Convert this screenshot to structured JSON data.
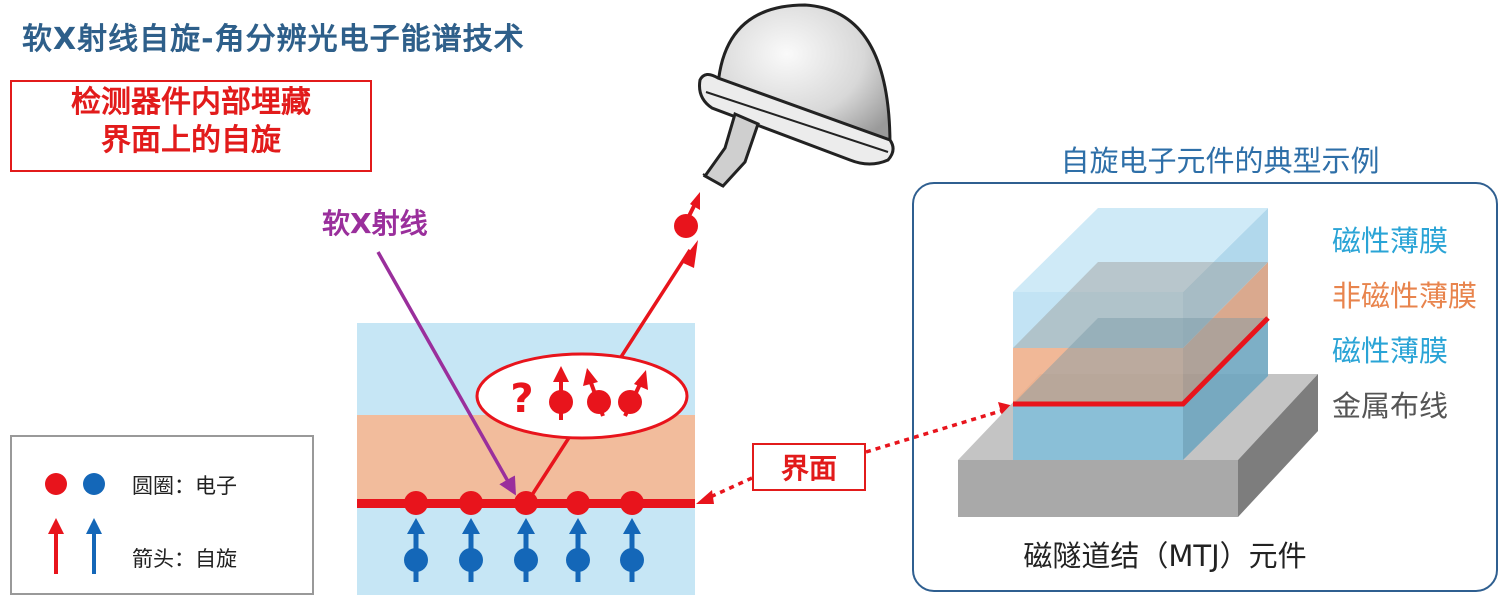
{
  "title": "软X射线自旋-角分辨光电子能谱技术",
  "callout": {
    "line1": "检测器件内部埋藏",
    "line2": "界面上的自旋"
  },
  "xray_label": "软X射线",
  "unknown_spin_symbol": "?",
  "interface_label": "界面",
  "legend": {
    "circle_label": "圆圈：电子",
    "arrow_label": "箭头：自旋"
  },
  "right_panel": {
    "title": "自旋电子元件的典型示例",
    "layers": [
      {
        "label": "磁性薄膜",
        "color": "#2aa4d6"
      },
      {
        "label": "非磁性薄膜",
        "color": "#e8844d"
      },
      {
        "label": "磁性薄膜",
        "color": "#2aa4d6"
      },
      {
        "label": "金属布线",
        "color": "#555555"
      }
    ],
    "caption": "磁隧道结（MTJ）元件"
  },
  "colors": {
    "electron_red": "#e8141c",
    "electron_blue": "#1467b8",
    "xray_purple": "#9a2f9c",
    "title_blue": "#2e5f8a"
  }
}
